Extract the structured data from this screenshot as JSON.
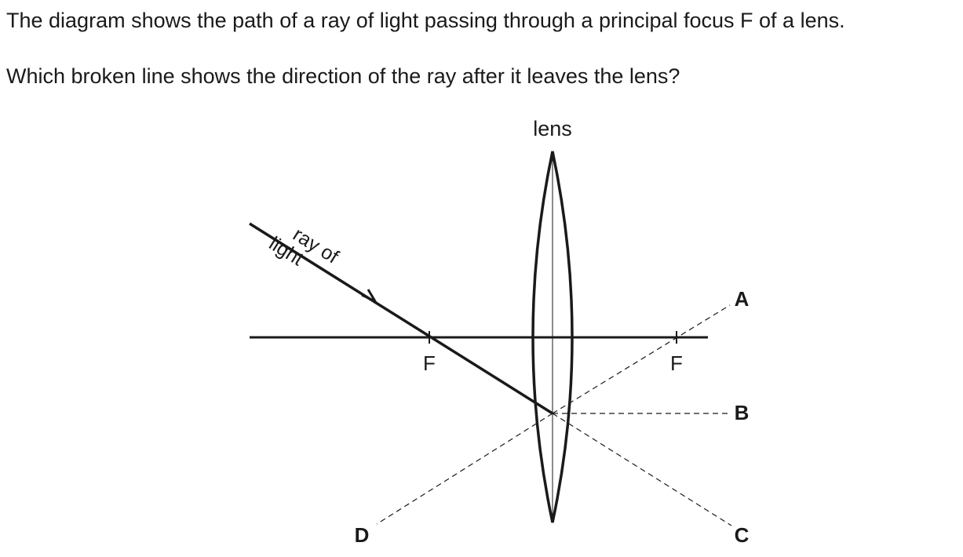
{
  "question": {
    "line1": "The diagram shows the path of a ray of light passing through a principal focus F of a lens.",
    "line2": "Which broken line shows the direction of the ray after it leaves the lens?"
  },
  "diagram": {
    "lens_label": "lens",
    "ray_label_line1": "ray of",
    "ray_label_line2": "light",
    "focus_left_label": "F",
    "focus_right_label": "F",
    "options": [
      "A",
      "B",
      "C",
      "D"
    ]
  }
}
